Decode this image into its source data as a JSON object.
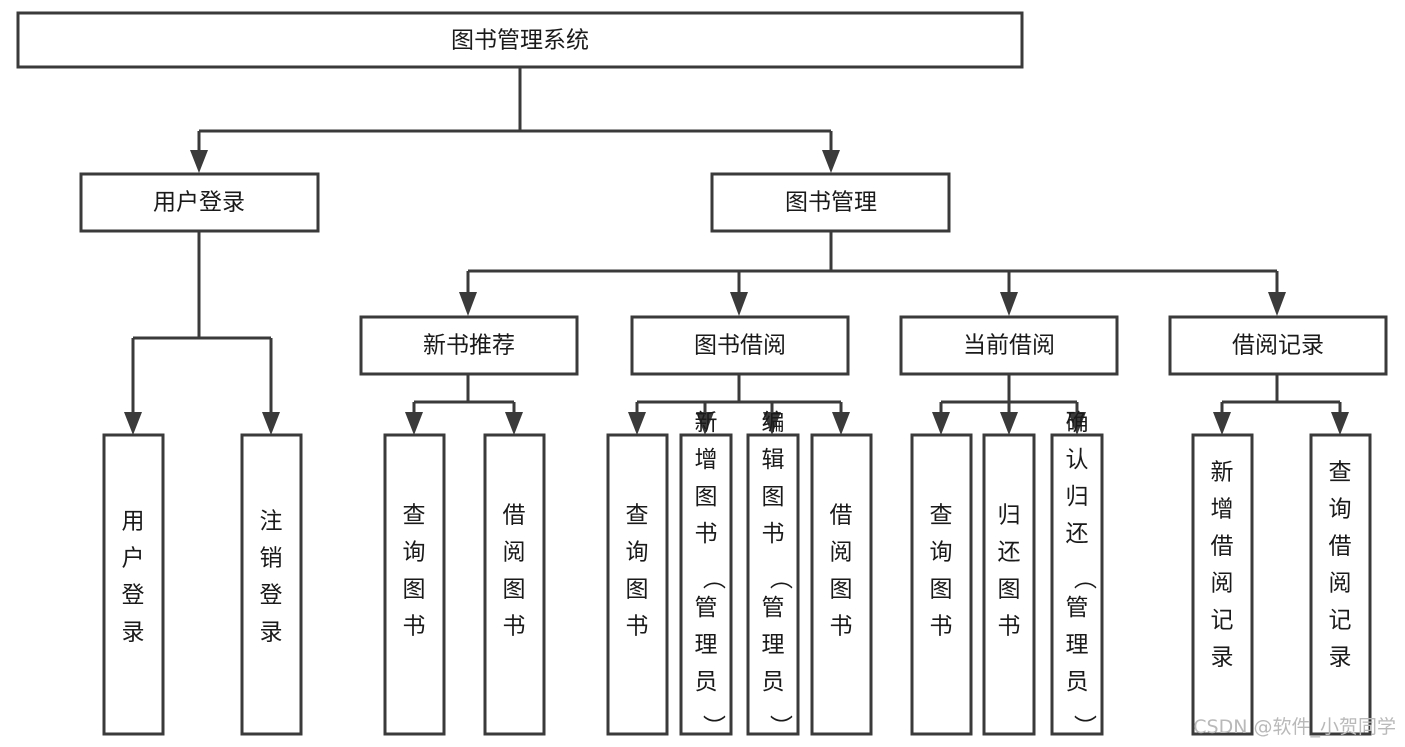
{
  "diagram": {
    "title": "图书管理系统",
    "type": "tree-hierarchy-diagram",
    "orientation": "top-down",
    "background_color": "#ffffff",
    "line_color": "#3a3a3a",
    "text_color": "#1a1a1a",
    "root": {
      "id": "root",
      "label": "图书管理系统",
      "text_orientation": "horizontal"
    },
    "level2": [
      {
        "id": "user-login",
        "label": "用户登录",
        "text_orientation": "horizontal"
      },
      {
        "id": "book-management",
        "label": "图书管理",
        "text_orientation": "horizontal"
      }
    ],
    "level3": [
      {
        "id": "new-book-recommend",
        "label": "新书推荐",
        "parent": "book-management",
        "text_orientation": "horizontal"
      },
      {
        "id": "book-borrow",
        "label": "图书借阅",
        "parent": "book-management",
        "text_orientation": "horizontal"
      },
      {
        "id": "current-borrow",
        "label": "当前借阅",
        "parent": "book-management",
        "text_orientation": "horizontal"
      },
      {
        "id": "borrow-record",
        "label": "借阅记录",
        "parent": "book-management",
        "text_orientation": "horizontal"
      }
    ],
    "leaves": [
      {
        "id": "leaf-user-login",
        "label": "用户登录",
        "parent": "user-login",
        "text_orientation": "vertical"
      },
      {
        "id": "leaf-user-logout",
        "label": "注销登录",
        "parent": "user-login",
        "text_orientation": "vertical"
      },
      {
        "id": "leaf-query-book-recommend",
        "label": "查询图书",
        "parent": "new-book-recommend",
        "text_orientation": "vertical"
      },
      {
        "id": "leaf-borrow-book-recommend",
        "label": "借阅图书",
        "parent": "new-book-recommend",
        "text_orientation": "vertical"
      },
      {
        "id": "leaf-query-book-borrow",
        "label": "查询图书",
        "parent": "book-borrow",
        "text_orientation": "vertical"
      },
      {
        "id": "leaf-add-book-admin",
        "label": "新增图书（管理员）",
        "parent": "book-borrow",
        "text_orientation": "vertical"
      },
      {
        "id": "leaf-edit-book-admin",
        "label": "编辑图书（管理员）",
        "parent": "book-borrow",
        "text_orientation": "vertical"
      },
      {
        "id": "leaf-borrow-book",
        "label": "借阅图书",
        "parent": "book-borrow",
        "text_orientation": "vertical"
      },
      {
        "id": "leaf-query-book-current",
        "label": "查询图书",
        "parent": "current-borrow",
        "text_orientation": "vertical"
      },
      {
        "id": "leaf-return-book",
        "label": "归还图书",
        "parent": "current-borrow",
        "text_orientation": "vertical"
      },
      {
        "id": "leaf-confirm-return-admin",
        "label": "确认归还（管理员）",
        "parent": "current-borrow",
        "text_orientation": "vertical"
      },
      {
        "id": "leaf-add-borrow-record",
        "label": "新增借阅记录",
        "parent": "borrow-record",
        "text_orientation": "vertical"
      },
      {
        "id": "leaf-query-borrow-record",
        "label": "查询借阅记录",
        "parent": "borrow-record",
        "text_orientation": "vertical"
      }
    ]
  },
  "watermark": {
    "text": "CSDN @软件_小贺同学"
  }
}
